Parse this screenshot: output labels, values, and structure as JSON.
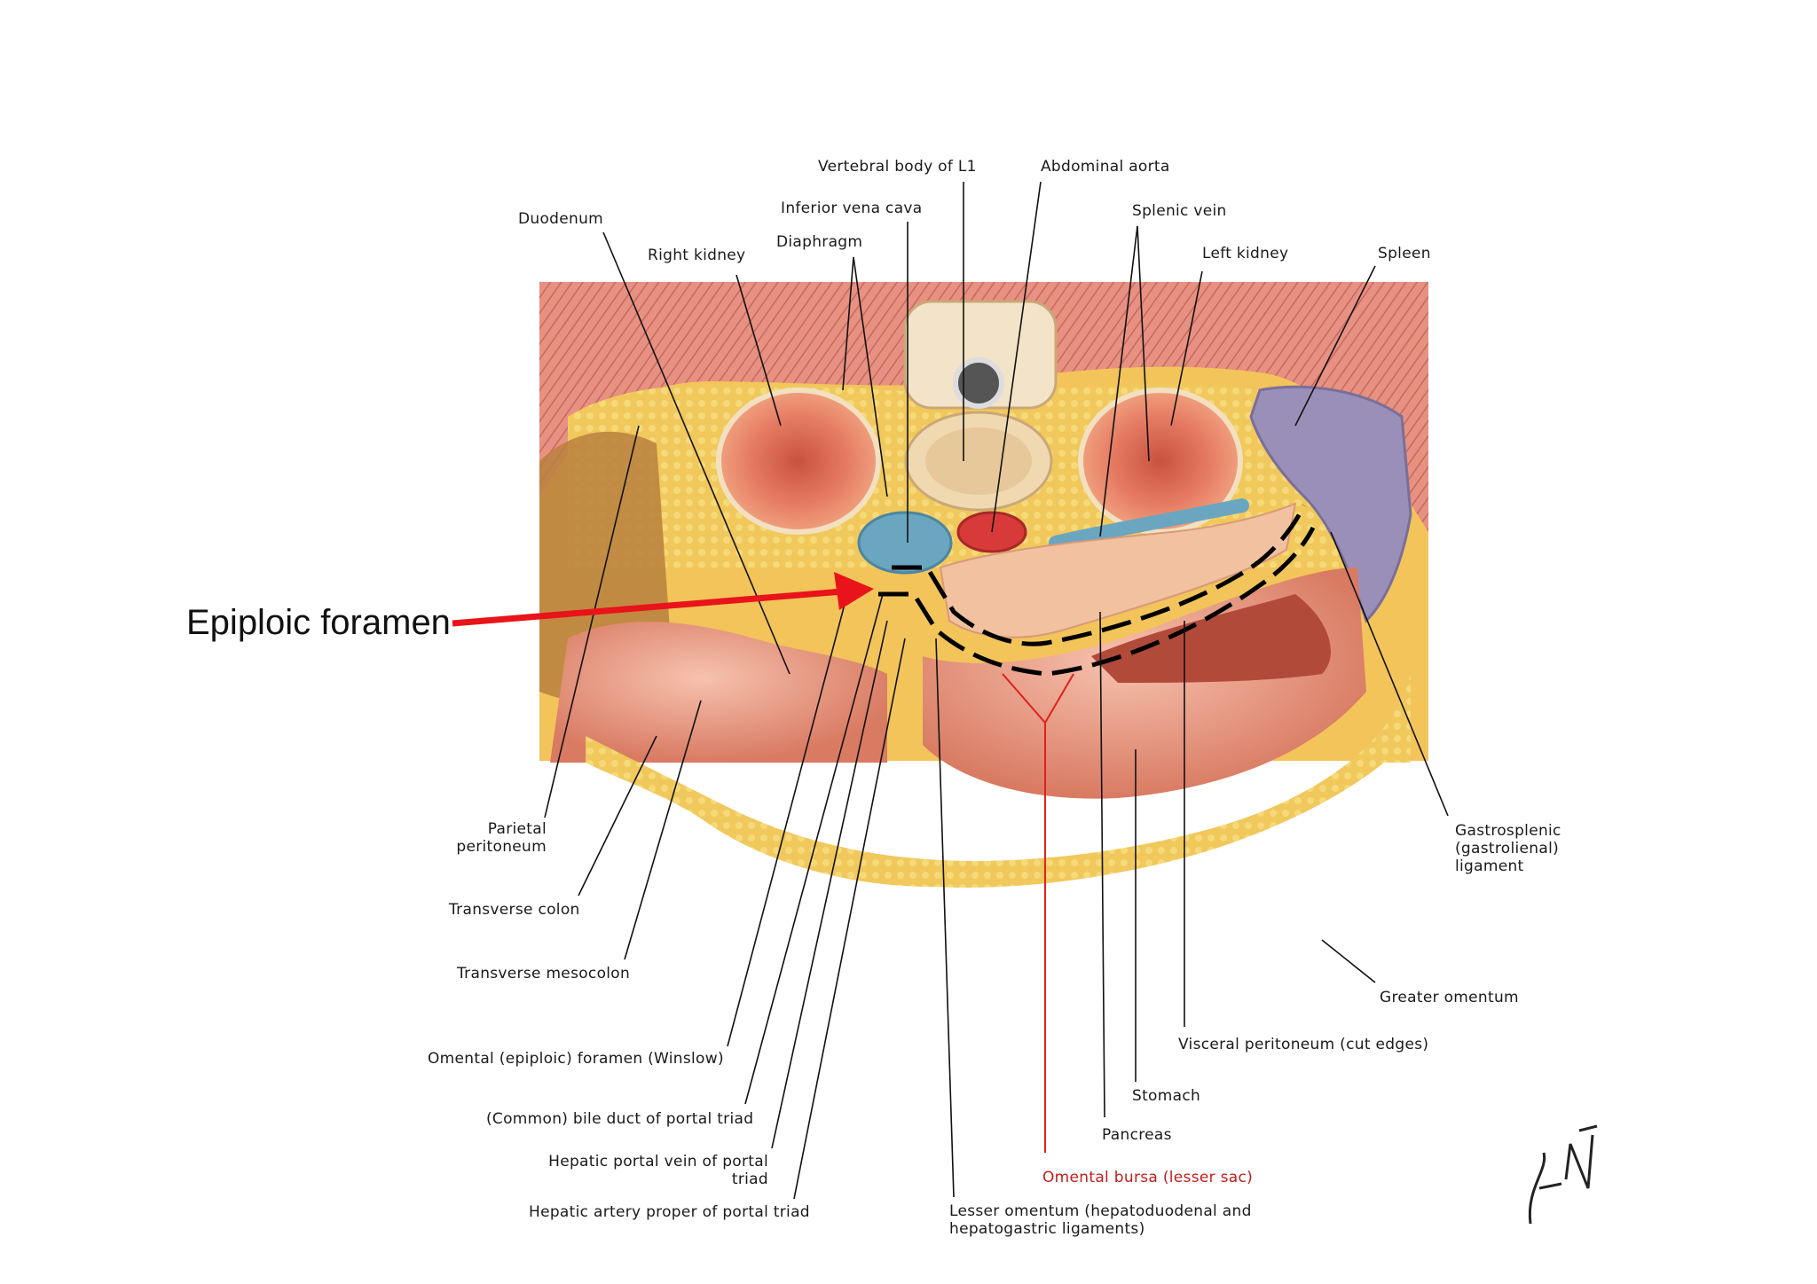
{
  "callout": "Epiploic foramen",
  "labels": {
    "vertebral_body": "Vertebral body of L1",
    "abdominal_aorta": "Abdominal aorta",
    "inferior_vena_cava": "Inferior vena cava",
    "splenic_vein": "Splenic vein",
    "duodenum": "Duodenum",
    "diaphragm": "Diaphragm",
    "right_kidney": "Right kidney",
    "left_kidney": "Left kidney",
    "spleen": "Spleen",
    "parietal_peritoneum": [
      "Parietal",
      "peritoneum"
    ],
    "gastrosplenic": [
      "Gastrosplenic",
      "(gastrolienal)",
      "ligament"
    ],
    "transverse_colon": "Transverse colon",
    "transverse_mesocolon": "Transverse mesocolon",
    "greater_omentum": "Greater omentum",
    "visceral_peritoneum": "Visceral peritoneum (cut edges)",
    "omental_foramen": "Omental (epiploic) foramen (Winslow)",
    "bile_duct": "(Common) bile duct of portal triad",
    "stomach": "Stomach",
    "pancreas": "Pancreas",
    "portal_vein": [
      "Hepatic portal vein of portal",
      "triad"
    ],
    "omental_bursa": "Omental bursa (lesser sac)",
    "hepatic_artery": "Hepatic artery proper of portal triad",
    "lesser_omentum": [
      "Lesser omentum (hepatoduodenal and",
      "hepatogastric ligaments)"
    ]
  },
  "colors": {
    "muscle": "#e58e84",
    "fat": "#f2c45a",
    "organ": "#e9a08a",
    "kidney": "#e2735c",
    "spleen": "#9a8fb8",
    "vena_cava": "#6aa6c0",
    "aorta": "#d83a3a",
    "pancreas": "#f2c2a0",
    "stomach": "#d7684f",
    "arrow": "#e8141a",
    "bursa_line": "#e0201c"
  }
}
